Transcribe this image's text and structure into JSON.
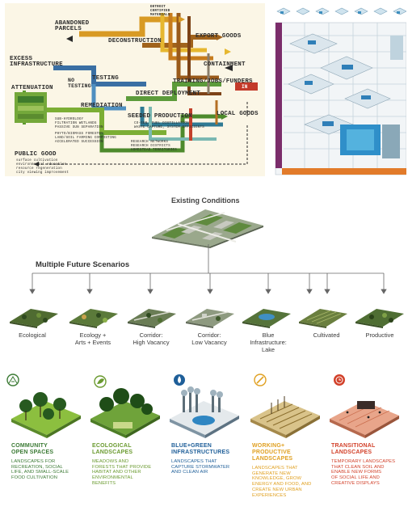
{
  "flow": {
    "abandoned_parcels": "ABANDONED\nPARCELS",
    "excess_infrastructure": "EXCESS\nINFRASTRUCTURE",
    "deconstruction": "DECONSTRUCTION",
    "detroit_certified": "DETROIT\nCERTIFIED\nMATERIALS",
    "export_goods": "EXPORT GOODS",
    "containment": "CONTAINMENT",
    "testing": "TESTING",
    "no_testing": "NO\nTESTING",
    "training": "TRAINING/JOBS/FUNDERS",
    "direct_deployment": "DIRECT DEPLOYMENT",
    "remediation": "REMEDIATION",
    "attenuation": "ATTENUATION",
    "seeded_production": "SEEDED PRODUCTION",
    "local_goods": "LOCAL GOODS",
    "public_good": "PUBLIC GOOD",
    "in_tag": "IN",
    "sp_notes": "CO-GEN, FUEL DISTILLATION\nWASTE CAPTURE, SYSTEM EFFICIENTS",
    "rem_notes": "PHYTO/BIOMASS FORESTRY\nLAND/SOIL FARMING COMPOSTING\nACCELERATED SUCCESSION",
    "rem_notes2": "SUB-HYDROLOGY\nFILTRATION WETLANDS\nPASSIVE SUN SEPARATION",
    "res_notes": "RESEARCH NETWORKS\nRESEARCH DISTRICTS\nHOMESTEAD TERRITORIES",
    "pg_notes": "surface cultivation\nenvironmental education\nresource regeneration\ncity viewing improvement"
  },
  "header": {
    "existing_conditions": "Existing Conditions",
    "multiple_future_scenarios": "Multiple Future Scenarios"
  },
  "scenarios": [
    "Ecological",
    "Ecology +\nArts + Events",
    "Corridor:\nHigh Vacancy",
    "Corridor:\nLow Vacancy",
    "Blue\nInfrastructure:\nLake",
    "Cultivated",
    "Productive"
  ],
  "landscapes": [
    {
      "title": "COMMUNITY\nOPEN SPACES",
      "desc": "LANDSCAPES FOR\nRECREATION, SOCIAL\nLIFE, AND SMALL-SCALE\nFOOD CULTIVATION",
      "color": "#3b7a34",
      "icon": "swing-icon"
    },
    {
      "title": "ECOLOGICAL\nLANDSCAPES",
      "desc": "MEADOWS AND\nFORESTS THAT PROVIDE\nHABITAT AND OTHER\nENVIRONMENTAL\nBENEFITS",
      "color": "#6a9a2f",
      "icon": "leaf-icon"
    },
    {
      "title": "BLUE+GREEN\nINFRASTRUCTURES",
      "desc": "LANDSCAPES THAT\nCAPTURE STORMWATER\nAND CLEAN AIR",
      "color": "#1f5f99",
      "icon": "water-drop-icon"
    },
    {
      "title": "WORKING+\nPRODUCTIVE\nLANDSCAPES",
      "desc": "LANDSCAPES THAT\nGENERATE NEW\nKNOWLEDGE, GROW\nENERGY AND FOOD, AND\nCREATE NEW URBAN\nEXPERIENCES",
      "color": "#e0a021",
      "icon": "shovel-icon"
    },
    {
      "title": "TRANSITIONAL\nLANDSCAPES",
      "desc": "TEMPORARY LANDSCAPES\nTHAT CLEAN SOIL AND\nENABLE NEW FORMS\nOF SOCIAL LIFE AND\nCREATIVE DISPLAYS",
      "color": "#d2412a",
      "icon": "clock-icon"
    }
  ],
  "colors": {
    "green": "#3b7a34",
    "olive": "#6a9a2f",
    "blue": "#1f5f99",
    "gold": "#e0a021",
    "red": "#d2412a",
    "purple": "#7b2d6b"
  }
}
